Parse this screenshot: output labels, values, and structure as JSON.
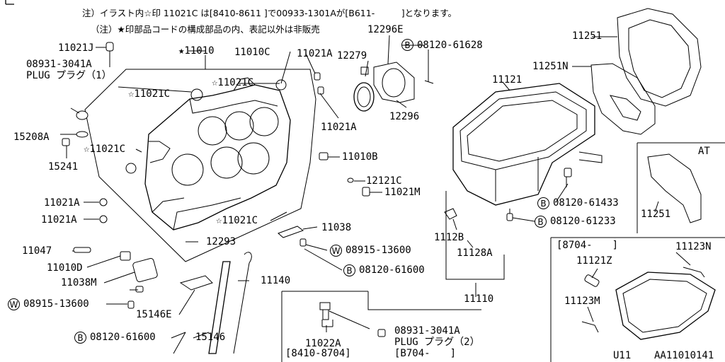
{
  "notes": {
    "line1": "注）イラスト内☆印 11021C は[8410-8611 ]で00933-1301Aが[B611-　　　]となります。",
    "line2": "（注）★印部品コードの構成部品の内、表記以外は非販売"
  },
  "markers": {
    "b": "B",
    "w": "W"
  },
  "labels": {
    "p12296E": "12296E",
    "p11021J": "11021J",
    "p11010": "★11010",
    "p11010C": "11010C",
    "p11021A_top": "11021A",
    "p12279": "12279",
    "p08120_61628": "08120-61628",
    "p11251": "11251",
    "p08931_3041A_1": "08931-3041A",
    "plug1": "PLUG プラグ（1）",
    "p11021C_a": "☆11021C",
    "p11021C_b": "☆11021C",
    "p11251N": "11251N",
    "p11121": "11121",
    "p12296": "12296",
    "p11021A_mid": "11021A",
    "p15208A": "15208A",
    "p11021C_c": "☆11021C",
    "p15241": "15241",
    "p11010B": "11010B",
    "at": "AT",
    "p12121C": "12121C",
    "p11021M": "11021M",
    "p11021A_l1": "11021A",
    "p08120_61433": "08120-61433",
    "p11251_at": "11251",
    "p11021A_l2": "11021A",
    "p11021C_d": "☆11021C",
    "p08120_61233": "08120-61233",
    "p11038": "11038",
    "p1112B": "1112B",
    "bracket_8704": "[8704-　　]",
    "p11123N": "11123N",
    "p11047": "11047",
    "p12293": "12293",
    "p08915_13600_r": "08915-13600",
    "p11128A": "11128A",
    "p11121Z": "11121Z",
    "p11010D": "11010D",
    "p08120_61600_r": "08120-61600",
    "p11038M": "11038M",
    "p11140": "11140",
    "p11110": "11110",
    "p11123M": "11123M",
    "p08915_13600_l": "08915-13600",
    "p15146E": "15146E",
    "p11022A": "11022A",
    "bracket_8410": "[8410-8704]",
    "p08931_3041A_2": "08931-3041A",
    "plug2": "PLUG プラグ（2）",
    "bracket_b704": "[B704-　　]",
    "p08120_61600_l": "08120-61600",
    "p15146": "15146",
    "u11": "U11",
    "code": "AA11010141"
  }
}
